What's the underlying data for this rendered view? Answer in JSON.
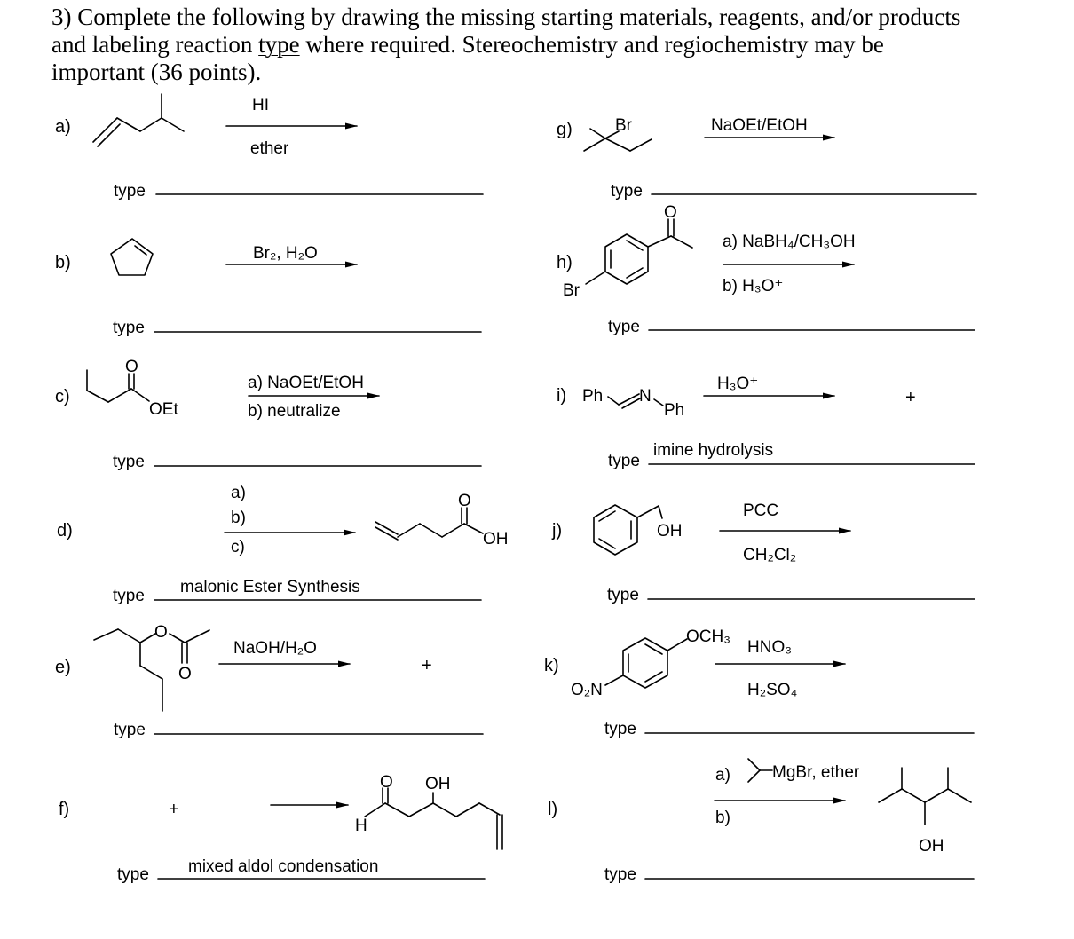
{
  "question": {
    "number": "3)",
    "p1": "Complete the following by drawing the missing",
    "u1": "starting materials",
    "c1": ",",
    "u2": "reagents",
    "c2": ", and/or",
    "u3": "products",
    "p2": "and labeling reaction",
    "u4": "type",
    "p3": "where required. Stereochemistry and regiochemistry may be",
    "p4": "important (36 points)."
  },
  "type_label": "type",
  "plus": "+",
  "reactions": {
    "a": {
      "letter": "a)",
      "reagent_top": "HI",
      "reagent_bottom": "ether",
      "type_answer": ""
    },
    "b": {
      "letter": "b)",
      "reagent_top": "Br₂, H₂O",
      "type_answer": ""
    },
    "c": {
      "letter": "c)",
      "sm_group": "OEt",
      "sm_o": "O",
      "step1": "a) NaOEt/EtOH",
      "step2": "b) neutralize",
      "type_answer": ""
    },
    "d": {
      "letter": "d)",
      "step1": "a)",
      "step2": "b)",
      "step3": "c)",
      "product_oh": "OH",
      "product_o": "O",
      "type_answer": "malonic Ester Synthesis"
    },
    "e": {
      "letter": "e)",
      "ester_o": "O",
      "carbonyl_o": "O",
      "reagent": "NaOH/H₂O",
      "type_answer": ""
    },
    "f": {
      "letter": "f)",
      "product_o": "O",
      "product_h": "H",
      "product_oh": "OH",
      "type_answer": "mixed aldol condensation"
    },
    "g": {
      "letter": "g)",
      "sm_br": "Br",
      "reagent": "NaOEt/EtOH",
      "type_answer": ""
    },
    "h": {
      "letter": "h)",
      "sm_br": "Br",
      "sm_o": "O",
      "step1": "a) NaBH₄/CH₃OH",
      "step2": "b) H₃O⁺",
      "type_answer": ""
    },
    "i": {
      "letter": "i)",
      "ph1": "Ph",
      "n": "N",
      "ph2": "Ph",
      "reagent": "H₃O⁺",
      "type_answer": "imine hydrolysis"
    },
    "j": {
      "letter": "j)",
      "sm_oh": "OH",
      "reagent_top": "PCC",
      "reagent_bottom": "CH₂Cl₂",
      "type_answer": ""
    },
    "k": {
      "letter": "k)",
      "sm_och3": "OCH₃",
      "sm_no2": "O₂N",
      "reagent_top": "HNO₃",
      "reagent_bottom": "H₂SO₄",
      "type_answer": ""
    },
    "l": {
      "letter": "l)",
      "step1": "a)",
      "step1_reagent": "MgBr, ether",
      "step2": "b)",
      "product_oh": "OH",
      "type_answer": ""
    }
  }
}
